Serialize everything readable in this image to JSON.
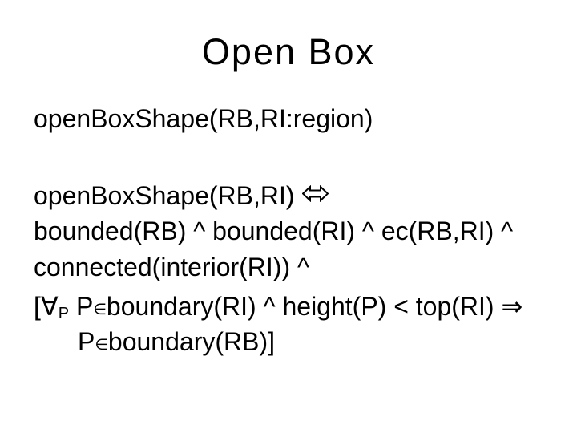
{
  "slide": {
    "background_color": "#ffffff",
    "text_color": "#000000",
    "title": "Open Box",
    "body": {
      "line1": "openBoxShape(RB,RI:region)",
      "line2": {
        "text": "openBoxShape(RB,RI)",
        "iff_symbol": "⇔"
      },
      "line3": "bounded(RB) ^ bounded(RI) ^ ec(RB,RI) ^",
      "line4": "connected(interior(RI)) ^",
      "line5": {
        "open_forall": "[∀",
        "forall_subscript": "P",
        "mid": " P",
        "element_of": "∈",
        "rest": "boundary(RI) ^ height(P) < top(RI) ⇒"
      },
      "line6": {
        "pre": "P",
        "element_of": "∈",
        "rest": "boundary(RB)]"
      }
    },
    "icons": {
      "iff_arrow": "left-right-white-arrow"
    }
  }
}
